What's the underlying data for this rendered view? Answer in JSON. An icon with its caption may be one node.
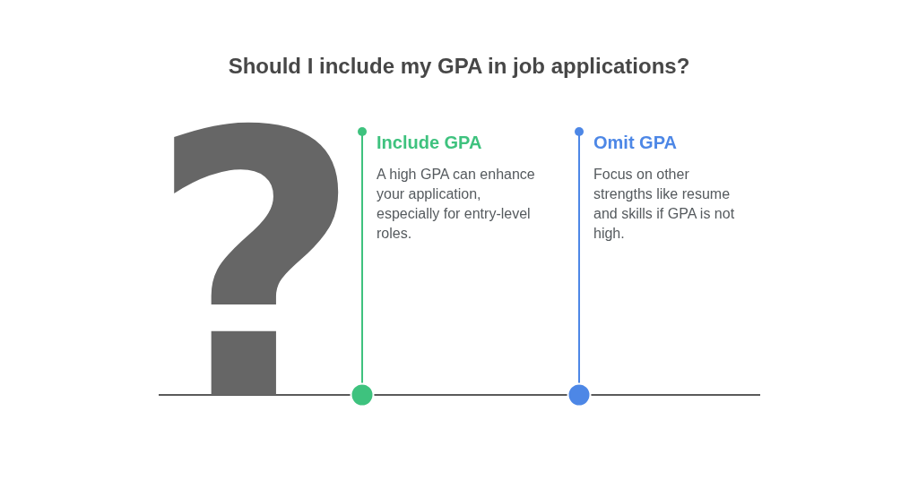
{
  "diagram": {
    "title": "Should I include my GPA in job applications?",
    "nodes": [
      {
        "text": [
          "Include GPA",
          "A high GPA can enhance your application, especially for entry-level roles."
        ]
      },
      {
        "text": [
          "Omit GPA",
          "Focus on other strengths like resume and skills if GPA is not high."
        ]
      }
    ],
    "labels": [
      "?"
    ]
  }
}
